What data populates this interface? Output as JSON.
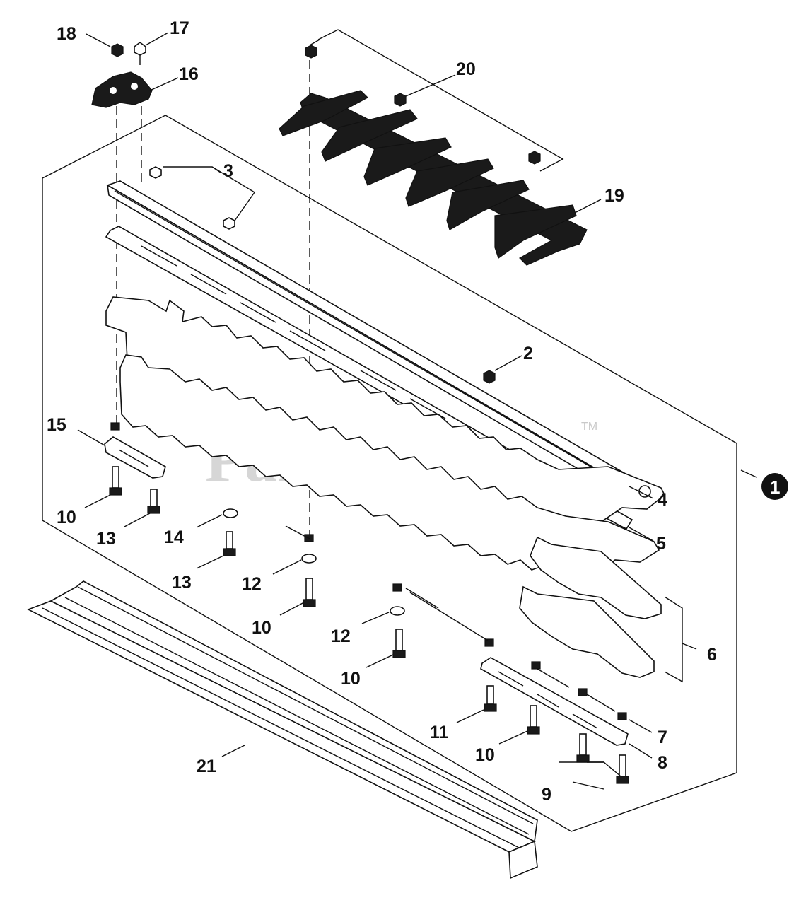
{
  "watermark": {
    "text": "PartsTree",
    "trademark": "TM"
  },
  "assembly_callout": "1",
  "labels": {
    "p2": "2",
    "p3": "3",
    "p4": "4",
    "p5": "5",
    "p6": "6",
    "p7": "7",
    "p8": "8",
    "p9": "9",
    "p10a": "10",
    "p10b": "10",
    "p10c": "10",
    "p10d": "10",
    "p11": "11",
    "p12a": "12",
    "p12b": "12",
    "p13a": "13",
    "p13b": "13",
    "p14": "14",
    "p15": "15",
    "p16": "16",
    "p17": "17",
    "p18": "18",
    "p19": "19",
    "p20": "20",
    "p21": "21"
  }
}
